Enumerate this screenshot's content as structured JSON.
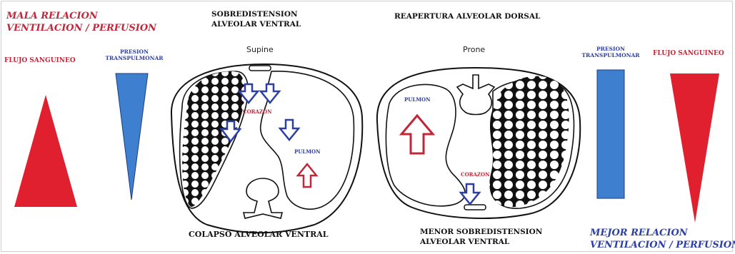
{
  "left_panel": {
    "title_line1": "MALA RELACION",
    "title_line2": "VENTILACION / PERFUSION",
    "flujo_label": "FLUJO SANGUINEO",
    "presion_label_line1": "PRESION",
    "presion_label_line2": "TRANSPULMONAR"
  },
  "supine": {
    "top_label_line1": "SOBREDISTENSION",
    "top_label_line2": "ALVEOLAR VENTRAL",
    "position_label": "Supine",
    "corazon_label": "CORAZON",
    "pulmon_label": "PULMON",
    "bottom_label": "COLAPSO ALVEOLAR VENTRAL"
  },
  "prone": {
    "top_label": "REAPERTURA ALVEOLAR DORSAL",
    "position_label": "Prone",
    "pulmon_label": "PULMON",
    "corazon_label": "CORAZON",
    "bottom_label_line1": "MENOR SOBREDISTENSION",
    "bottom_label_line2": "ALVEOLAR VENTRAL"
  },
  "right_panel": {
    "presion_label_line1": "PRESION",
    "presion_label_line2": "TRANSPULMONAR",
    "flujo_label": "FLUJO SANGUINEO",
    "title_line1": "MEJOR RELACION",
    "title_line2": "VENTILACION / PERFUSION"
  },
  "colors": {
    "red": "#e0202e",
    "blue": "#3f7fd0",
    "dark_red": "#c0283a",
    "dark_blue": "#2b3fa5"
  }
}
